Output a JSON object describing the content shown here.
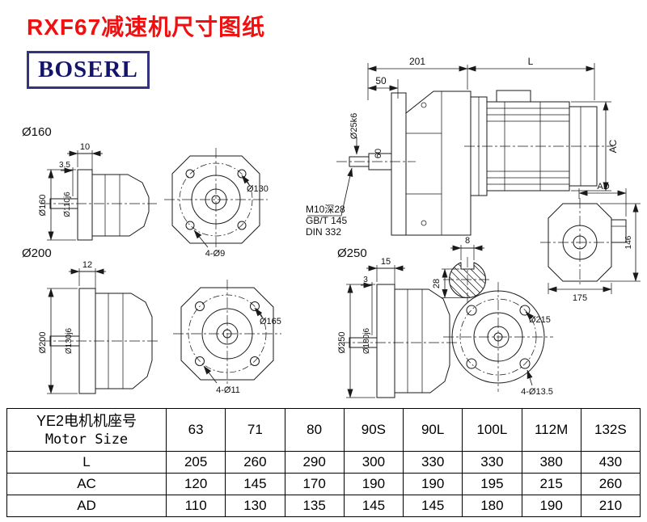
{
  "page": {
    "title": "RXF67减速机尺寸图纸",
    "logo": "BOSERL"
  },
  "main_view": {
    "dim_top_left": "201",
    "dim_top_right": "L",
    "dim_50": "50",
    "dim_shaft_dia": "Ø25k6",
    "dim_60": "60",
    "dim_ac": "AC",
    "note_tap": "M10深28",
    "note_gb": "GB/T 145",
    "note_din": "DIN 332"
  },
  "motor_rear_view": {
    "dim_ad": "AD",
    "dim_146": "146",
    "dim_175": "175"
  },
  "shaft_section": {
    "dim_key_width": "8",
    "dim_key_height": "28"
  },
  "flange_160": {
    "label": "Ø160",
    "dim_thickness": "10",
    "dim_spigot": "3.5",
    "dim_outer": "Ø160",
    "dim_pilot": "Ø110j6",
    "dim_bolt_circle": "Ø130",
    "dim_holes": "4-Ø9"
  },
  "flange_200": {
    "label": "Ø200",
    "dim_thickness": "12",
    "dim_outer": "Ø200",
    "dim_pilot": "Ø130j6",
    "dim_bolt_circle": "Ø165",
    "dim_holes": "4-Ø11"
  },
  "flange_250": {
    "label": "Ø250",
    "dim_thickness": "15",
    "dim_spigot": "3",
    "dim_outer": "Ø250",
    "dim_pilot": "Ø180j6",
    "dim_bolt_circle": "Ø215",
    "dim_holes": "4-Ø13.5"
  },
  "table": {
    "header_line1": "YE2电机机座号",
    "header_line2": "Motor Size",
    "sizes": [
      "63",
      "71",
      "80",
      "90S",
      "90L",
      "100L",
      "112M",
      "132S"
    ],
    "rows": [
      {
        "label": "L",
        "values": [
          "205",
          "260",
          "290",
          "300",
          "330",
          "330",
          "380",
          "430"
        ]
      },
      {
        "label": "AC",
        "values": [
          "120",
          "145",
          "170",
          "190",
          "190",
          "195",
          "215",
          "260"
        ]
      },
      {
        "label": "AD",
        "values": [
          "110",
          "130",
          "135",
          "145",
          "145",
          "180",
          "190",
          "210"
        ]
      }
    ]
  }
}
